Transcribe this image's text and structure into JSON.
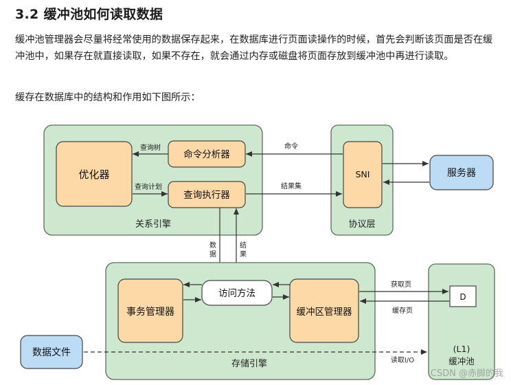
{
  "section": {
    "heading": "3.2 缓冲池如何读取数据",
    "paragraph1": "缓冲池管理器会尽量将经常使用的数据保存起来，在数据库进行页面读操作的时候，首先会判断该页面是否在缓冲池中，如果存在就直接读取，如果不存在，就会通过内存或磁盘将页面存放到缓冲池中再进行读取。",
    "paragraph2": "缓存在数据库中的结构和作用如下图所示："
  },
  "diagram": {
    "relation_engine": {
      "label": "关系引擎",
      "optimizer": "优化器",
      "command_analyzer": "命令分析器",
      "query_executor": "查询执行器",
      "edge_query_tree": "查询树",
      "edge_query_plan": "查询计划"
    },
    "protocol_layer": {
      "label": "协议层",
      "sni": "SNI"
    },
    "server": "服务器",
    "edge_command": "命令",
    "edge_result_set": "结果集",
    "edge_data": "数据",
    "edge_result": "结果",
    "storage_engine": {
      "label": "存储引擎",
      "transaction_manager": "事务管理器",
      "access_method": "访问方法",
      "buffer_manager": "缓冲区管理器"
    },
    "buffer_pool": {
      "label_line1": "(L1)",
      "label_line2": "缓冲池",
      "page": "D"
    },
    "edge_get_page": "获取页",
    "edge_cache_page": "缓存页",
    "edge_read_io": "读取I/O",
    "data_file": "数据文件",
    "watermark": "CSDN @赤脚的我"
  },
  "colors": {
    "group_fill": "#cde8cf",
    "group_stroke": "#5c6b5c",
    "node_fill": "#fdd9a7",
    "blue_fill": "#bcdcf5",
    "line": "#333333"
  }
}
